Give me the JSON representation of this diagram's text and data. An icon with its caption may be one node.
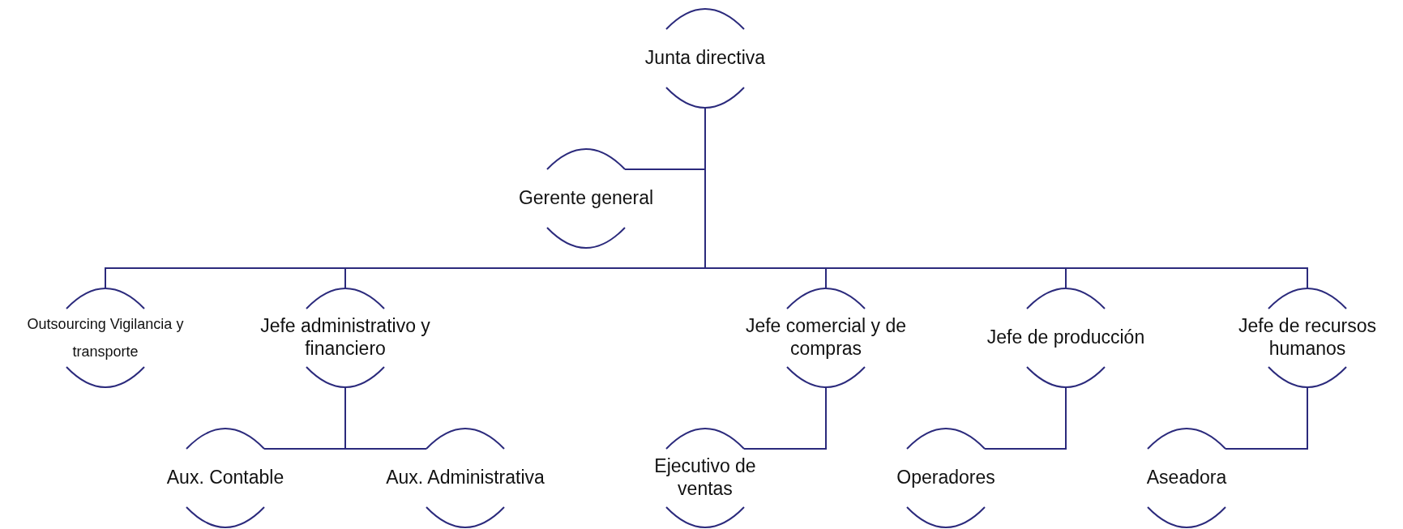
{
  "diagram": {
    "nodes": [
      {
        "text": [
          "Junta directiva"
        ]
      },
      {
        "text": [
          "Gerente general"
        ]
      },
      {
        "text": [
          "Outsourcing Vigilancia y transporte"
        ]
      },
      {
        "text": [
          "Jefe administrativo y financiero"
        ]
      },
      {
        "text": [
          "Jefe comercial y de compras"
        ]
      },
      {
        "text": [
          "Jefe de producción"
        ]
      },
      {
        "text": [
          "Jefe de recursos humanos"
        ]
      },
      {
        "text": [
          "Aux. Contable"
        ]
      },
      {
        "text": [
          "Aux. Administrativa"
        ]
      },
      {
        "text": [
          "Ejecutivo de ventas"
        ]
      },
      {
        "text": [
          "Operadores"
        ]
      },
      {
        "text": [
          "Aseadora"
        ]
      }
    ],
    "edges": [
      {
        "from": 0,
        "to": 1,
        "arrow": "none"
      },
      {
        "from": 0,
        "to": 2,
        "arrow": "none"
      },
      {
        "from": 0,
        "to": 3,
        "arrow": "none"
      },
      {
        "from": 0,
        "to": 4,
        "arrow": "none"
      },
      {
        "from": 0,
        "to": 5,
        "arrow": "none"
      },
      {
        "from": 0,
        "to": 6,
        "arrow": "none"
      },
      {
        "from": 3,
        "to": 7,
        "arrow": "none"
      },
      {
        "from": 3,
        "to": 8,
        "arrow": "none"
      },
      {
        "from": 4,
        "to": 9,
        "arrow": "none"
      },
      {
        "from": 5,
        "to": 10,
        "arrow": "none"
      },
      {
        "from": 6,
        "to": 11,
        "arrow": "none"
      }
    ]
  }
}
